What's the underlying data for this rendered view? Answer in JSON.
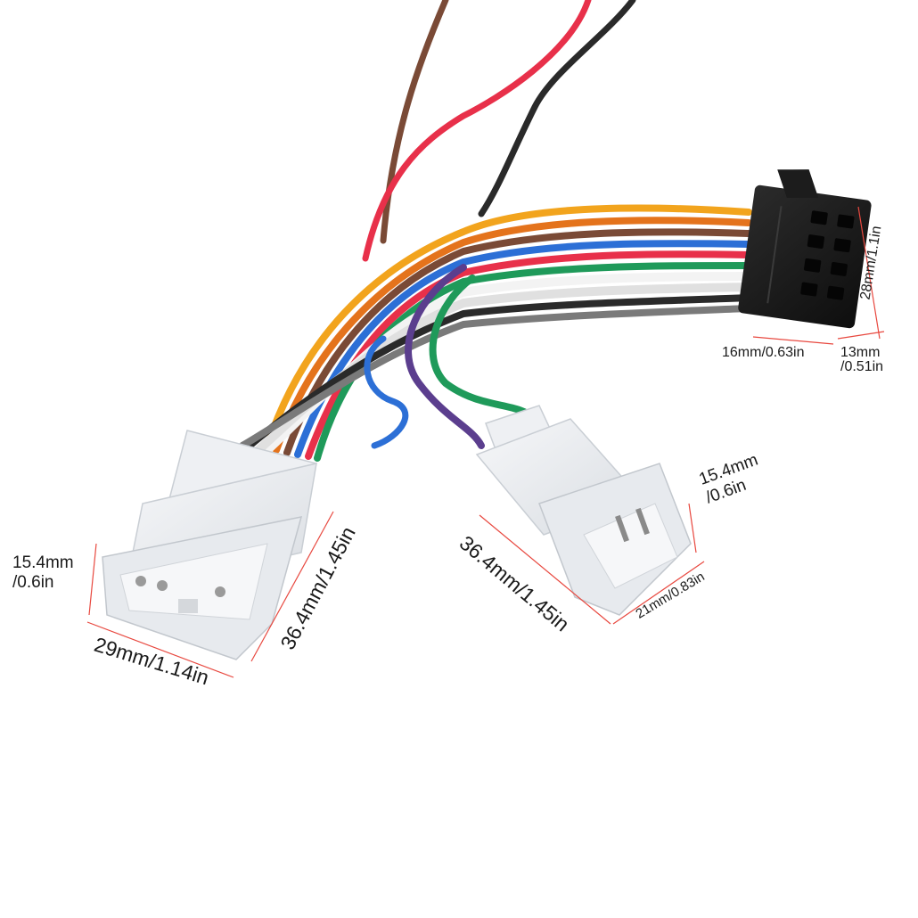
{
  "colors": {
    "dimension_line": "#e8483f",
    "connector_white": "#e9ecef",
    "connector_black": "#1c1c1c",
    "wire_red": "#e8304a",
    "wire_brown": "#7a4a36",
    "wire_black": "#2a2a2a",
    "wire_yellow": "#f2a41d",
    "wire_orange": "#e4731c",
    "wire_blue": "#2c6fd6",
    "wire_green": "#1f9a5a",
    "wire_purple": "#5b3e8e",
    "wire_white": "#f3f3f3",
    "wire_gray": "#7a7a7a"
  },
  "dimensions": {
    "black_connector": {
      "height": "28mm/1.1in",
      "width": "16mm/0.63in",
      "depth_mm": "13mm",
      "depth_in": "/0.51in"
    },
    "left_connector": {
      "depth_mm": "15.4mm",
      "depth_in": "/0.6in",
      "width": "29mm/1.14in",
      "length": "36.4mm/1.45in"
    },
    "right_connector": {
      "length": "36.4mm/1.45in",
      "depth_mm": "15.4mm",
      "depth_in": "/0.6in",
      "width": "21mm/0.83in"
    }
  }
}
